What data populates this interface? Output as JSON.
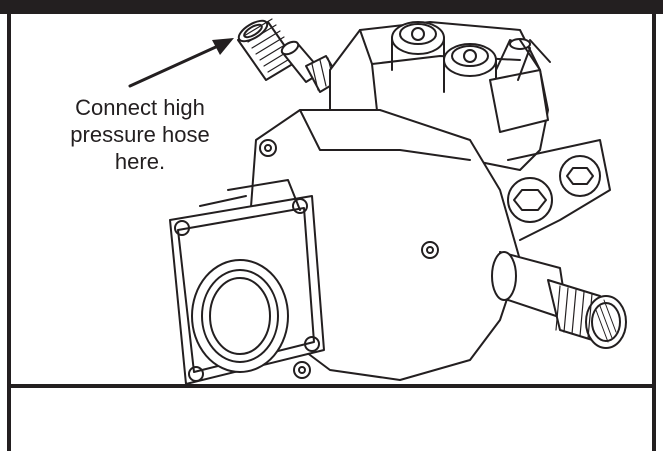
{
  "callout": {
    "lines": [
      "Connect high",
      "pressure hose",
      "here."
    ]
  },
  "colors": {
    "ink": "#231f20",
    "paper": "#ffffff"
  },
  "icons": {
    "pump": "pressure-washer-pump-illustration",
    "arrow": "pointer-arrow"
  }
}
